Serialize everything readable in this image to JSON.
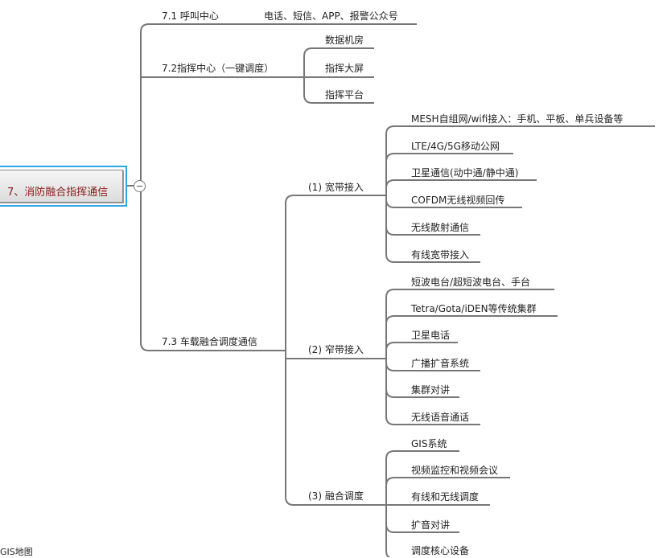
{
  "root": {
    "label": "7、消防融合指挥通信"
  },
  "branches": {
    "b71": {
      "label": "7.1 呼叫中心",
      "detail": "电话、短信、APP、报警公众号"
    },
    "b72": {
      "label": "7.2指挥中心（一键调度）",
      "items": [
        "数据机房",
        "指挥大屏",
        "指挥平台"
      ]
    },
    "b73": {
      "label": "7.3 车载融合调度通信",
      "groups": [
        {
          "label": "(1)  宽带接入",
          "items": [
            "MESH自组网/wifi接入：手机、平板、单兵设备等",
            "LTE/4G/5G移动公网",
            "卫星通信(动中通/静中通)",
            "COFDM无线视频回传",
            "无线散射通信",
            "有线宽带接入"
          ]
        },
        {
          "label": "(2)  窄带接入",
          "items": [
            "短波电台/超短波电台、手台",
            "Tetra/Gota/iDEN等传统集群",
            "卫星电话",
            "广播扩音系统",
            "集群对讲",
            "无线语音通话"
          ]
        },
        {
          "label": "(3)  融合调度",
          "items": [
            "GIS系统",
            "视频监控和视频会议",
            "有线和无线调度",
            "扩音对讲",
            "调度核心设备"
          ]
        }
      ]
    }
  },
  "footer": {
    "text": "GIS地图"
  },
  "icons": {
    "collapse": "collapse-icon"
  },
  "colors": {
    "line": "#777777",
    "root_text": "#8b1a1a",
    "selection": "#2aa7e8"
  }
}
